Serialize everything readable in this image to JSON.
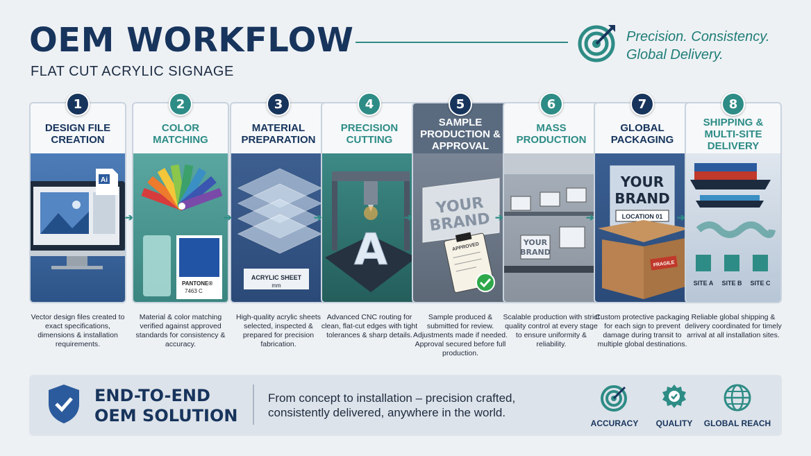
{
  "header": {
    "title": "OEM WORKFLOW",
    "subtitle": "FLAT CUT ACRYLIC SIGNAGE",
    "tagline_line1": "Precision. Consistency.",
    "tagline_line2": "Global Delivery."
  },
  "colors": {
    "navy": "#17345c",
    "teal": "#2e8c86",
    "step_blue": "#2f5a8c",
    "step_teal": "#3a8f8b"
  },
  "steps": [
    {
      "number": "1",
      "title": "DESIGN FILE CREATION",
      "description": "Vector design files created to exact specifications, dimensions & installation requirements.",
      "icon": "ai-file-icon",
      "file_label": "Ai"
    },
    {
      "number": "2",
      "title": "COLOR MATCHING",
      "description": "Material & color matching verified against approved standards for consistency & accuracy.",
      "icon": "color-swatch-icon",
      "swatch_label_1": "PANTONE®",
      "swatch_label_2": "7463 C"
    },
    {
      "number": "3",
      "title": "MATERIAL PREPARATION",
      "description": "High-quality acrylic sheets selected, inspected & prepared for precision fabrication.",
      "icon": "acrylic-sheet-icon",
      "sheet_label_1": "ACRYLIC SHEET",
      "sheet_label_2": "mm"
    },
    {
      "number": "4",
      "title": "PRECISION CUTTING",
      "description": "Advanced CNC routing for clean, flat-cut edges with tight tolerances & sharp details.",
      "icon": "cnc-machine-icon",
      "letter": "A"
    },
    {
      "number": "5",
      "title": "SAMPLE PRODUCTION & APPROVAL",
      "description": "Sample produced & submitted for review. Adjustments made if needed. Approval secured before full production.",
      "icon": "approval-clipboard-icon",
      "brand_line1": "YOUR",
      "brand_line2": "BRAND",
      "stamp": "APPROVED"
    },
    {
      "number": "6",
      "title": "MASS PRODUCTION",
      "description": "Scalable production with strict quality control at every stage to ensure uniformity & reliability.",
      "icon": "factory-line-icon",
      "brand_line1": "YOUR",
      "brand_line2": "BRAND"
    },
    {
      "number": "7",
      "title": "GLOBAL PACKAGING",
      "description": "Custom protective packaging for each sign to prevent damage during transit to multiple global destinations.",
      "icon": "package-box-icon",
      "brand_line1": "YOUR",
      "brand_line2": "BRAND",
      "location": "LOCATION 01",
      "fragile": "FRAGILE"
    },
    {
      "number": "8",
      "title": "SHIPPING & MULTI-SITE DELIVERY",
      "description": "Reliable global shipping & delivery coordinated for timely arrival at all installation sites.",
      "icon": "cargo-ship-icon",
      "site_a": "SITE A",
      "site_b": "SITE B",
      "site_c": "SITE C"
    }
  ],
  "banner": {
    "title_line1": "END-TO-END",
    "title_line2": "OEM SOLUTION",
    "text_line1": "From concept to installation – precision crafted,",
    "text_line2": "consistently delivered, anywhere in the world.",
    "badges": [
      {
        "label": "ACCURACY",
        "icon": "target-icon"
      },
      {
        "label": "QUALITY",
        "icon": "award-icon"
      },
      {
        "label": "GLOBAL REACH",
        "icon": "globe-icon"
      }
    ]
  }
}
